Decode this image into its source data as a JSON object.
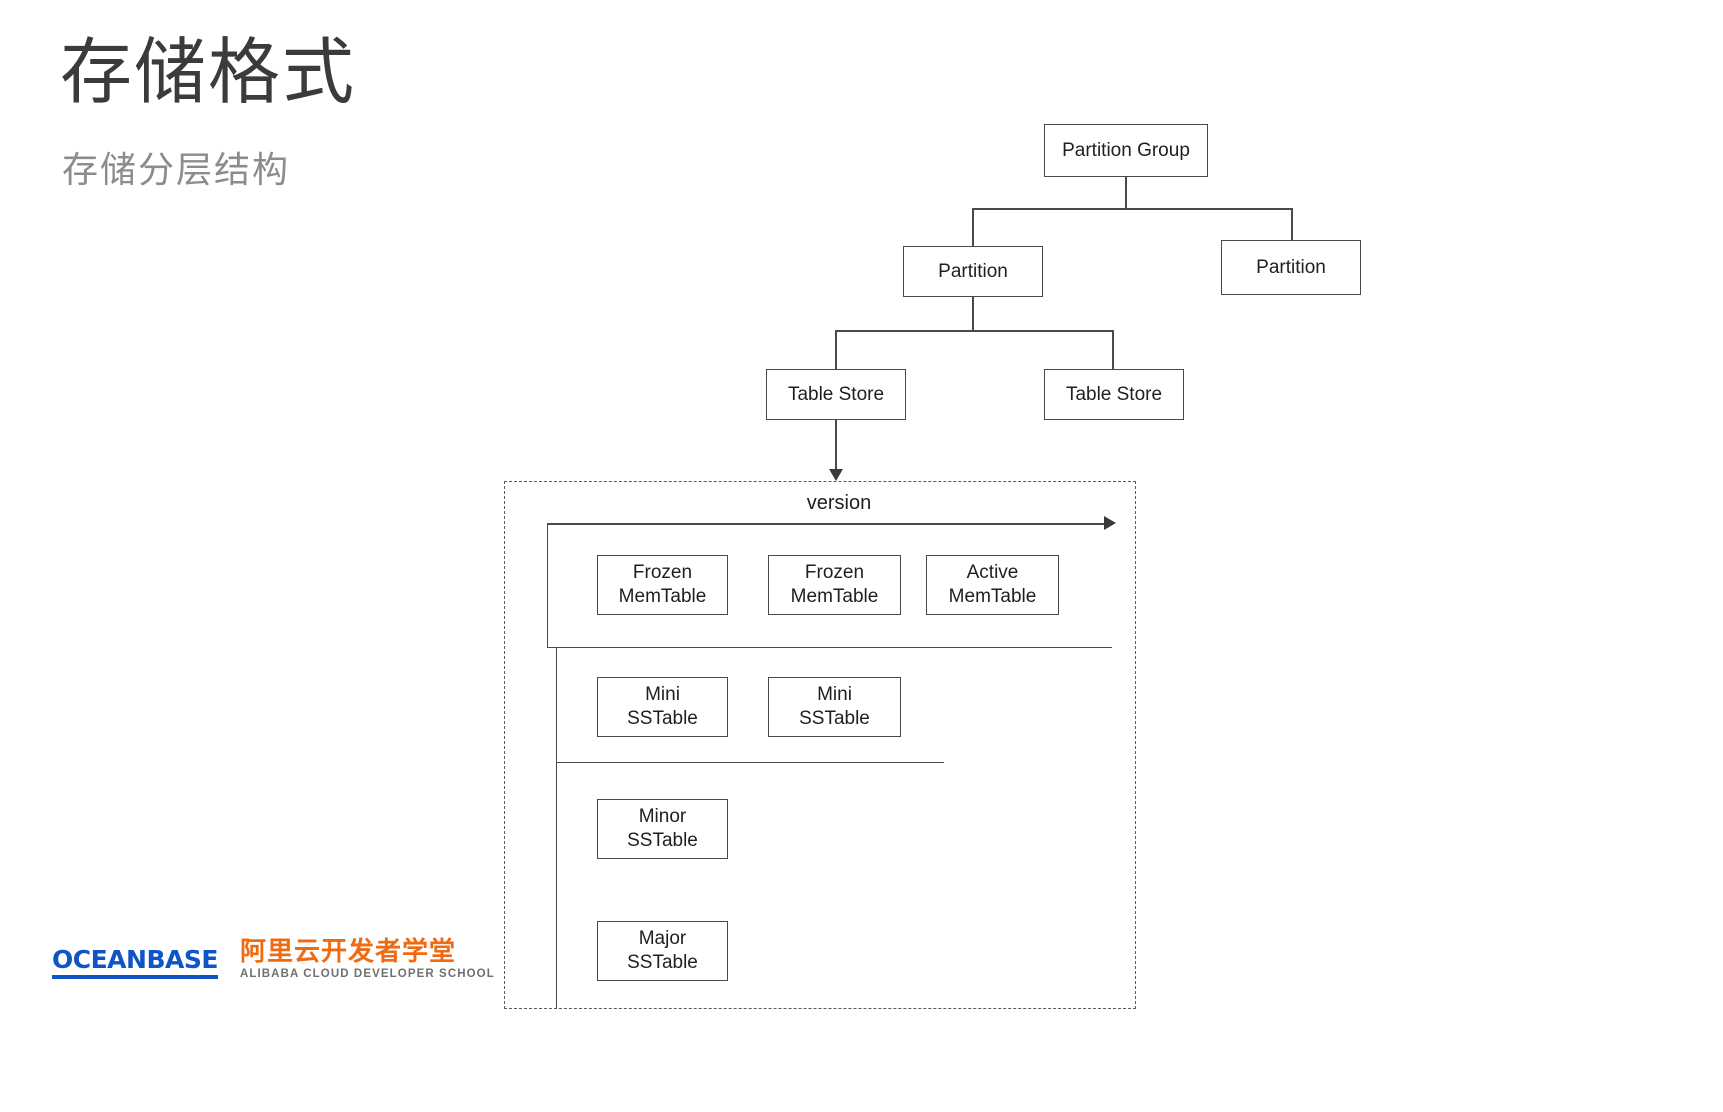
{
  "slide": {
    "title": "存储格式",
    "subtitle": "存储分层结构"
  },
  "diagram": {
    "version_label": "version",
    "nodes": {
      "partition_group": "Partition Group",
      "partition_left": "Partition",
      "partition_right": "Partition",
      "table_store_left": "Table Store",
      "table_store_right": "Table Store",
      "frozen_memtable_1": "Frozen\nMemTable",
      "frozen_memtable_2": "Frozen\nMemTable",
      "active_memtable": "Active\nMemTable",
      "mini_sstable_1": "Mini\nSSTable",
      "mini_sstable_2": "Mini\nSSTable",
      "minor_sstable": "Minor\nSSTable",
      "major_sstable": "Major\nSSTable"
    },
    "colors": {
      "box_border": "#4a4a4a",
      "connector": "#4a4a4a",
      "dashed_border": "#5a5a5a",
      "text": "#1f1f1f"
    }
  },
  "footer": {
    "oceanbase_logo_text": "OCEANBASE",
    "aliyun_cn": "阿里云开发者学堂",
    "aliyun_en": "ALIBABA CLOUD DEVELOPER SCHOOL",
    "colors": {
      "oceanbase_blue": "#1055c7",
      "aliyun_orange": "#f06a12",
      "aliyun_gray": "#6f6f6f"
    }
  }
}
